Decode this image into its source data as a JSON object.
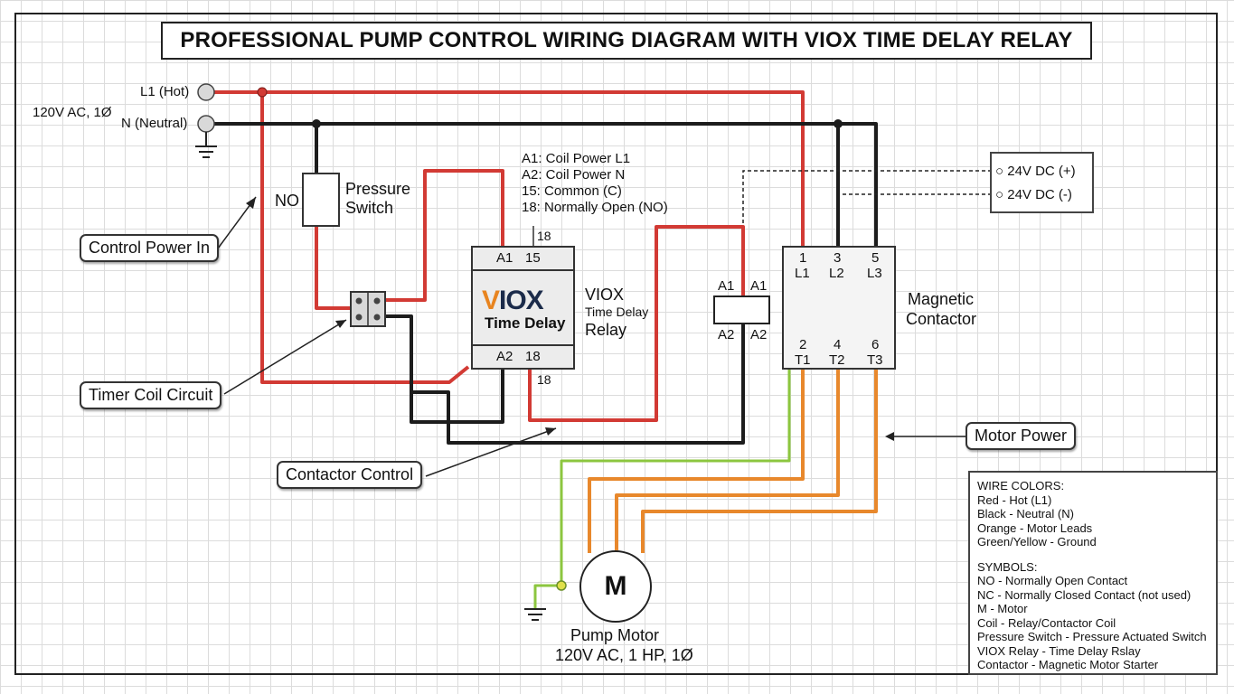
{
  "title": "PROFESSIONAL PUMP CONTROL WIRING DIAGRAM WITH VIOX TIME DELAY RELAY",
  "supply": {
    "voltage": "120V AC, 1Ø",
    "l1": "L1 (Hot)",
    "n": "N (Neutral)"
  },
  "pressure_switch": {
    "contact": "NO",
    "label_line1": "Pressure",
    "label_line2": "Switch"
  },
  "relay": {
    "pin_notes": [
      "A1: Coil Power L1",
      "A2: Coil Power N",
      "15: Common (C)",
      "18: Normally Open (NO)"
    ],
    "top_a1": "A1",
    "top_15": "15",
    "bottom_a2": "A2",
    "bottom_18": "18",
    "pin_18_top": "18",
    "pin_18_bottom": "18",
    "logo_v": "V",
    "logo_rest": "IOX",
    "inner_label": "Time Delay",
    "side_line1": "VIOX",
    "side_line2": "Time Delay",
    "side_line3": "Relay"
  },
  "coil": {
    "a1_left": "A1",
    "a1_right": "A1",
    "a2_left": "A2",
    "a2_right": "A2"
  },
  "contactor": {
    "top_nums": [
      "1",
      "3",
      "5"
    ],
    "top_lines": [
      "L1",
      "L2",
      "L3"
    ],
    "bottom_nums": [
      "2",
      "4",
      "6"
    ],
    "bottom_terms": [
      "T1",
      "T2",
      "T3"
    ],
    "label_line1": "Magnetic",
    "label_line2": "Contactor"
  },
  "dc_supply": {
    "pos": "24V DC (+)",
    "neg": "24V DC (-)"
  },
  "callouts": {
    "control_power": "Control Power In",
    "timer_coil": "Timer Coil Circuit",
    "contactor_control": "Contactor Control",
    "motor_power": "Motor Power"
  },
  "motor": {
    "symbol": "M",
    "label_line1": "Pump Motor",
    "label_line2": "120V AC, 1 HP, 1Ø"
  },
  "legend": {
    "wire_heading": "WIRE COLORS:",
    "wire_items": [
      "Red - Hot (L1)",
      "Black - Neutral (N)",
      "Orange - Motor Leads",
      "Green/Yellow - Ground"
    ],
    "symbol_heading": "SYMBOLS:",
    "symbol_items": [
      "NO - Normally Open Contact",
      "NC - Normally Closed Contact (not used)",
      "M - Motor",
      "Coil - Relay/Contactor Coil",
      "Pressure Switch - Pressure Actuated Switch",
      "VIOX Relay - Time Delay Rslay",
      "Contactor - Magnetic Motor Starter"
    ]
  },
  "colors": {
    "hot": "#d23a34",
    "neutral": "#1c1c1c",
    "motor": "#e8882c",
    "ground": "#8cc63f",
    "logo_orange": "#e8841f",
    "logo_navy": "#1b2b4a"
  }
}
